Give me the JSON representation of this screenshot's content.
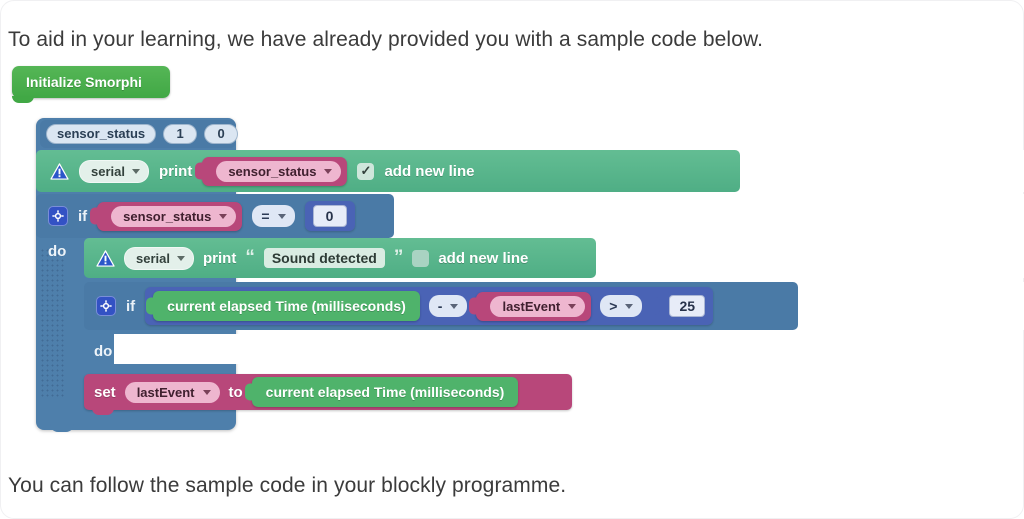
{
  "intro_text": "To aid in your learning, we have already provided you with a sample code below.",
  "outro_text": "You can follow the sample code in your blockly programme.",
  "colors": {
    "init_green": "#4CAF50",
    "control_blue": "#4a7aa6",
    "serial_green": "#4fae85",
    "variable_pink": "#b8477a",
    "math_indigo": "#4a63b5",
    "time_green": "#4fb36b"
  },
  "blocks": {
    "init": {
      "label": "Initialize Smorphi"
    },
    "sensor_head": {
      "variable": "sensor_status",
      "value_1": "1",
      "value_2": "0"
    },
    "serial_print_1": {
      "warning_icon": "warning-triangle-icon",
      "port": "serial",
      "action": "print",
      "argument": "sensor_status",
      "checkbox_checked": "✓",
      "checkbox_label": "add new line"
    },
    "if_1": {
      "gear_icon": "gear-icon",
      "keyword": "if",
      "left_operand": "sensor_status",
      "operator": "=",
      "right_operand": "0",
      "do_label": "do"
    },
    "serial_print_2": {
      "warning_icon": "warning-triangle-icon",
      "port": "serial",
      "action": "print",
      "quote_open": "“",
      "text_value": "Sound detected",
      "quote_close": "”",
      "checkbox_checked": "",
      "checkbox_label": "add new line"
    },
    "if_2": {
      "gear_icon": "gear-icon",
      "keyword": "if",
      "left_operand": "current elapsed Time (milliseconds)",
      "inner_operator": "-",
      "middle_operand": "lastEvent",
      "operator": ">",
      "right_operand": "25",
      "do_label": "do"
    },
    "set_block": {
      "keyword": "set",
      "variable": "lastEvent",
      "to_label": "to",
      "value": "current elapsed Time (milliseconds)"
    }
  }
}
